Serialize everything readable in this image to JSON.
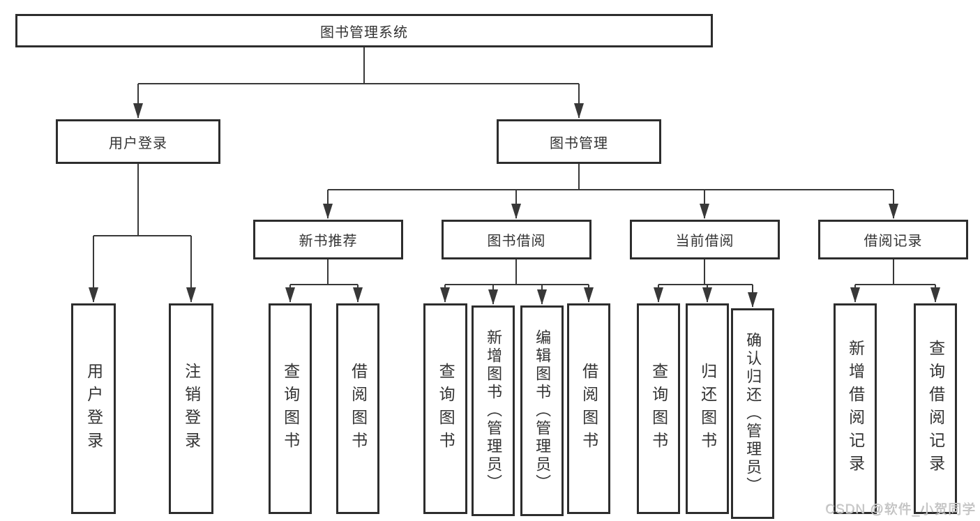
{
  "tree": {
    "label": "图书管理系统",
    "children": [
      {
        "label": "用户登录",
        "children": [
          {
            "label": "用户登录"
          },
          {
            "label": "注销登录"
          }
        ]
      },
      {
        "label": "图书管理",
        "children": [
          {
            "label": "新书推荐",
            "children": [
              {
                "label": "查询图书"
              },
              {
                "label": "借阅图书"
              }
            ]
          },
          {
            "label": "图书借阅",
            "children": [
              {
                "label": "查询图书"
              },
              {
                "label": "新增图书（管理员）"
              },
              {
                "label": "编辑图书（管理员）"
              },
              {
                "label": "借阅图书"
              }
            ]
          },
          {
            "label": "当前借阅",
            "children": [
              {
                "label": "查询图书"
              },
              {
                "label": "归还图书"
              },
              {
                "label": "确认归还（管理员）"
              }
            ]
          },
          {
            "label": "借阅记录",
            "children": [
              {
                "label": "新增借阅记录"
              },
              {
                "label": "查询借阅记录"
              }
            ]
          }
        ]
      }
    ]
  },
  "watermark": "CSDN @软件_小贺同学",
  "colors": {
    "box_border": "#2d2d2d",
    "connector_line": "#383838",
    "text": "#333333",
    "watermark": "#cbcbcb",
    "background": "#ffffff"
  }
}
